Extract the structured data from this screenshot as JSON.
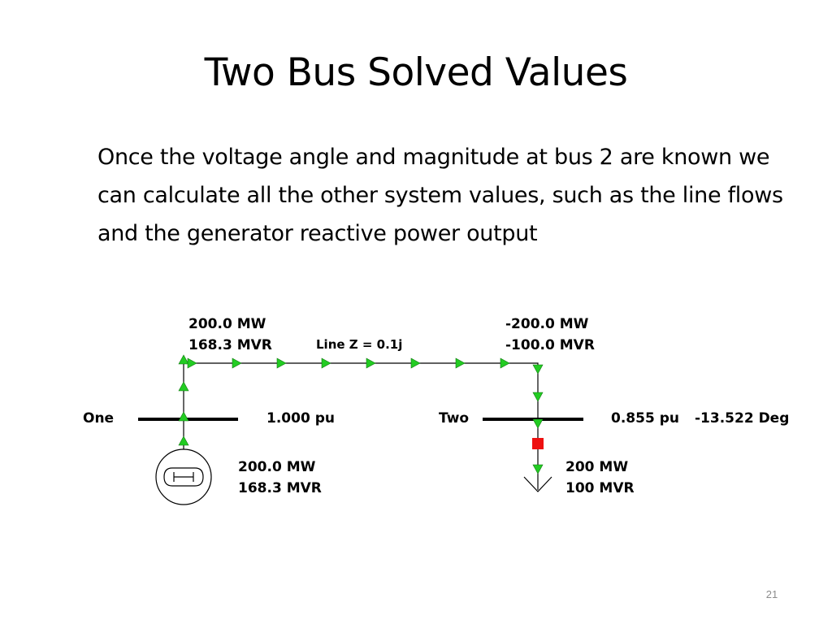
{
  "slide": {
    "title": "Two Bus Solved Values",
    "body": "Once the voltage angle and magnitude at bus 2 are known we can calculate all the other system values, such as the line flows and the generator reactive power output",
    "page_number": "21"
  },
  "diagram": {
    "bus_one": {
      "name": "One",
      "voltage": "1.000 pu",
      "line_flow_mw": "200.0 MW",
      "line_flow_mvr": "168.3 MVR"
    },
    "generator": {
      "mw": "200.0 MW",
      "mvr": "168.3 MVR"
    },
    "line": {
      "label": "Line Z = 0.1j"
    },
    "bus_two": {
      "name": "Two",
      "voltage": "0.855 pu",
      "angle": "-13.522 Deg",
      "line_flow_mw": "-200.0 MW",
      "line_flow_mvr": "-100.0 MVR"
    },
    "load": {
      "mw": "200 MW",
      "mvr": "100 MVR"
    },
    "colors": {
      "flow_arrow": "#22cc22",
      "load_breaker": "#ee1111",
      "bus": "#000000"
    }
  }
}
